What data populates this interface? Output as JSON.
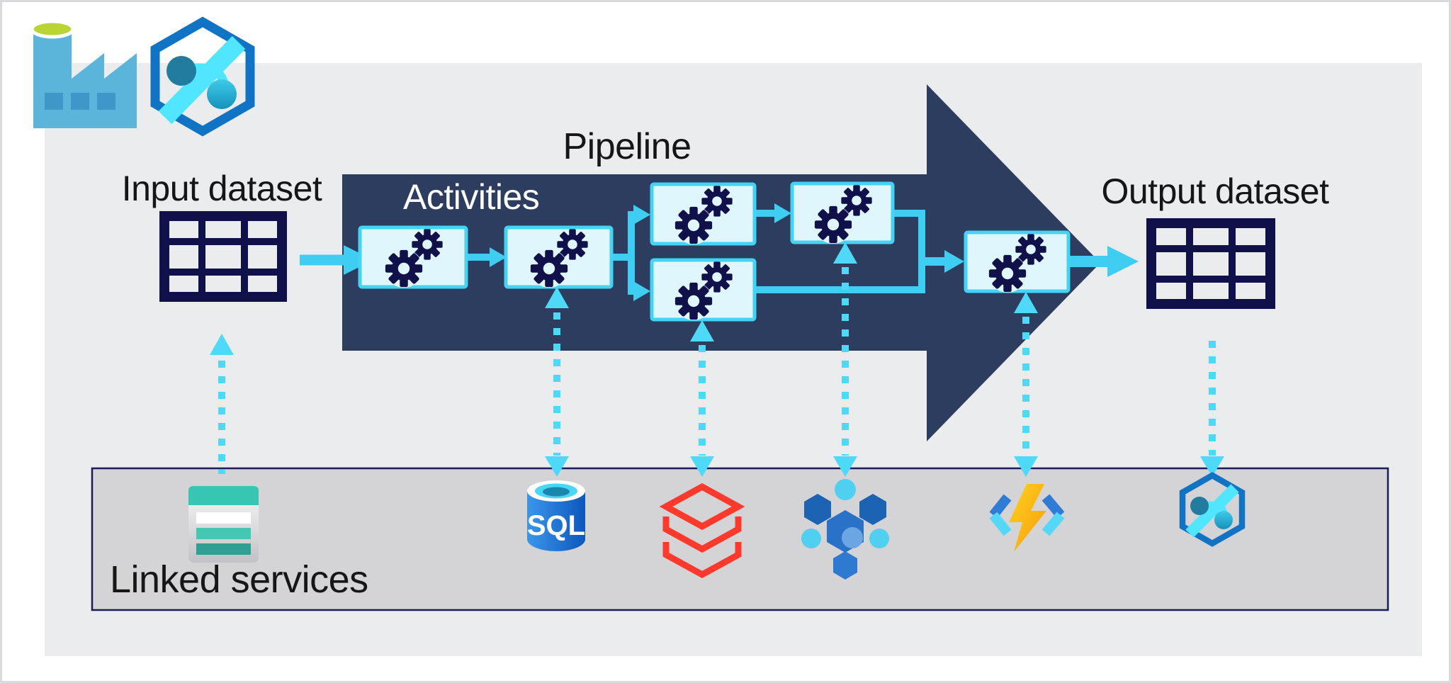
{
  "logo": {
    "icons": [
      "data-factory-factory-icon",
      "data-factory-hexagon-icon"
    ]
  },
  "labels": {
    "pipeline": "Pipeline",
    "input_dataset": "Input dataset",
    "activities": "Activities",
    "output_dataset": "Output dataset",
    "linked_services": "Linked services"
  },
  "sql_icon_label": "SQL",
  "pipeline": {
    "activity_count": 6,
    "flow": "input dataset -> activities (sequence, split, merge) -> output dataset"
  },
  "linked_services": {
    "items": [
      "table-storage",
      "azure-sql-database",
      "azure-databricks",
      "azure-hdinsight",
      "azure-functions",
      "azure-data-factory"
    ]
  },
  "colors": {
    "canvas_bg": "#ffffff",
    "stage_bg": "#ebeced",
    "pipeline_arrow": "#2d3d5f",
    "activity_fill": "#e0f6fd",
    "activity_border": "#44d3f4",
    "connector": "#3fcef2",
    "dotted_connector": "#4ed9f8",
    "dataset_table": "#10104a",
    "gear": "#10104a",
    "linked_panel_bg": "#d4d4d6",
    "linked_panel_border": "#1b1b5c",
    "databricks_red": "#ff3a2d",
    "functions_bolt": "#ffc600",
    "text": "#161616",
    "activities_text": "#ffffff"
  }
}
